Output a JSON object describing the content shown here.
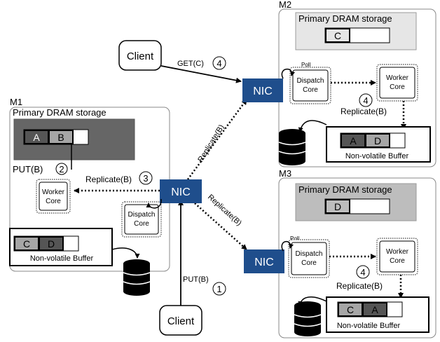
{
  "machines": {
    "m1": {
      "label": "M1",
      "storage_label": "Primary DRAM storage",
      "slots": [
        "A",
        "B"
      ],
      "put_label": "PUT(B)",
      "put_step": "2",
      "worker": [
        "Worker",
        "Core"
      ],
      "dispatch": [
        "Dispatch",
        "Core"
      ],
      "buffer_slots": [
        "C",
        "D"
      ],
      "buffer_label": "Non-volatile Buffer"
    },
    "m2": {
      "label": "M2",
      "storage_label": "Primary DRAM storage",
      "slots": [
        "C"
      ],
      "dispatch": [
        "Dispatch",
        "Core"
      ],
      "worker": [
        "Worker",
        "Core"
      ],
      "poll_label": "Poll",
      "step": "4",
      "replicate_label": "Replicate(B)",
      "buffer_slots": [
        "A",
        "D"
      ],
      "buffer_label": "Non-volatile Buffer"
    },
    "m3": {
      "label": "M3",
      "storage_label": "Primary DRAM storage",
      "slots": [
        "D"
      ],
      "dispatch": [
        "Dispatch",
        "Core"
      ],
      "worker": [
        "Worker",
        "Core"
      ],
      "poll_label": "Poll",
      "step": "4",
      "replicate_label": "Replicate(B)",
      "buffer_slots": [
        "C",
        "A"
      ],
      "buffer_label": "Non-volatile Buffer"
    }
  },
  "nic_label": "NIC",
  "clients": {
    "top": "Client",
    "bottom": "Client"
  },
  "edges": {
    "get_label": "GET(C)",
    "get_step": "4",
    "put_label": "PUT(B)",
    "put_step": "1",
    "rep_m1_label": "Replicate(B)",
    "rep_m1_step": "3",
    "rep_m2_label": "Replicate(B)",
    "rep_m3_label": "Replicate(B)"
  },
  "colors": {
    "nic": "#1f4e8c",
    "dram_m1": "#666666",
    "dram_m2": "#e6e6e6",
    "dram_m3": "#bdbdbd",
    "slot_dark": "#555555",
    "slot_mid": "#a6a6a6"
  }
}
